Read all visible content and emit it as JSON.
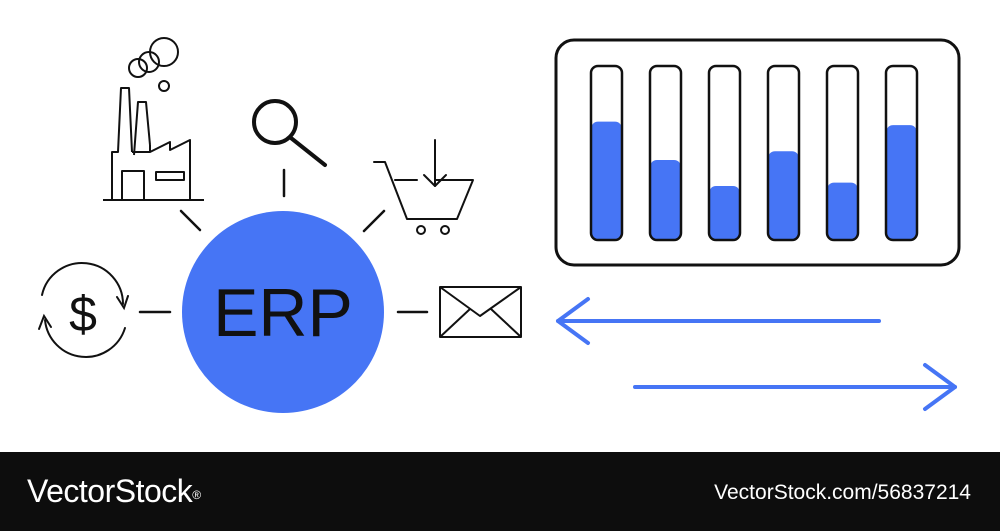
{
  "colors": {
    "accent": "#4675F5",
    "line": "#111111",
    "footer_bg": "#0d0d0d",
    "footer_text": "#ffffff"
  },
  "hub": {
    "label": "ERP"
  },
  "icons": [
    "factory-icon",
    "magnifier-icon",
    "shopping-cart-icon",
    "dollar-cycle-icon",
    "envelope-icon"
  ],
  "meter_panel": {
    "levels": [
      0.68,
      0.46,
      0.31,
      0.51,
      0.33,
      0.66
    ]
  },
  "arrows": [
    "left",
    "right"
  ],
  "footer": {
    "brand": "VectorStock",
    "brand_mark": "®",
    "image_id": "VectorStock.com/56837214"
  }
}
